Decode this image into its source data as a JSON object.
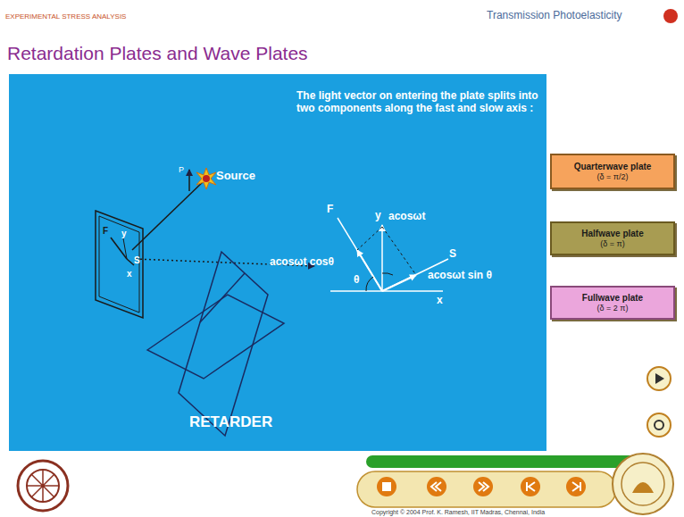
{
  "diagram": {
    "title": "Retardation Plates and Wave Plates",
    "nodes": [
      {
        "text": [
          "Quarterwave plate",
          "(δ = π/2)"
        ]
      },
      {
        "text": [
          "Halfwave plate",
          "(δ = π)"
        ]
      },
      {
        "text": [
          "Fullwave plate",
          "(δ = 2 π)"
        ]
      }
    ],
    "labels": [
      "EXPERIMENTAL STRESS ANALYSIS",
      "Transmission Photoelasticity",
      "The light vector on entering the plate splits into two components along the fast and slow axis :",
      "Source",
      "P",
      "F",
      "y",
      "S",
      "x",
      "F",
      "y",
      "acosωt",
      "S",
      "acosωt cosθ",
      "θ",
      "acosωt sin θ",
      "x",
      "RETARDER",
      "Copyright © 2004 Prof. K. Ramesh, IIT Madras, Chennai, India"
    ]
  }
}
